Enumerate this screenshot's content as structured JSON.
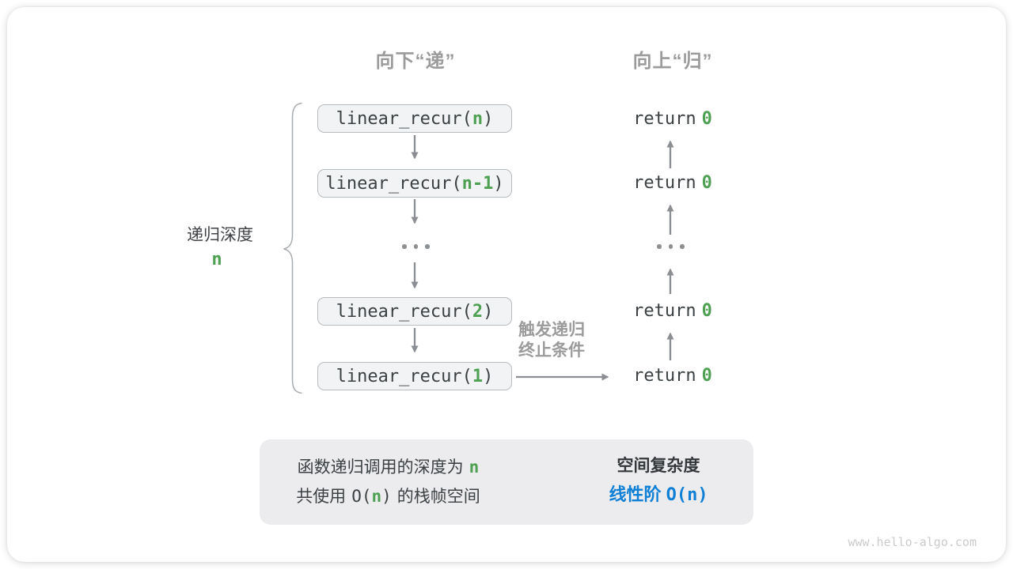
{
  "colors": {
    "green": "#4ea052",
    "blue": "#0f80d5",
    "gray_header": "#9b9b9b",
    "code_dark": "#3b4043",
    "arrow_gray": "#8b8e92",
    "box_fill": "#f2f3f4",
    "summary_fill": "#ececee"
  },
  "headers": {
    "descend": "向下“递”",
    "ascend": "向上“归”"
  },
  "depth": {
    "label": "递归深度",
    "value": "n"
  },
  "calls": {
    "prefix": "linear_recur(",
    "suffix": ")",
    "items": [
      {
        "arg": "n"
      },
      {
        "arg": "n-1"
      },
      {
        "arg": "2"
      },
      {
        "arg": "1"
      }
    ]
  },
  "returns": {
    "keyword": "return",
    "value": "0"
  },
  "trigger": {
    "line1": "触发递归",
    "line2": "终止条件"
  },
  "summary": {
    "line1_text": "函数递归调用的深度为",
    "line1_value": "n",
    "line2_pre": "共使用",
    "line2_open": "O(",
    "line2_value": "n",
    "line2_close": ")",
    "line2_post": "的栈帧空间",
    "result_title": "空间复杂度",
    "result_text": "线性阶",
    "result_code": "O(n)"
  },
  "watermark": "www.hello-algo.com"
}
